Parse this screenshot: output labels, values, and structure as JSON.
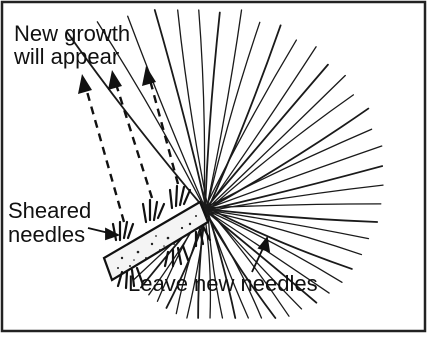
{
  "diagram": {
    "labels": {
      "new_growth_line1": "New growth",
      "new_growth_line2": "will appear",
      "sheared_line1": "Sheared",
      "sheared_line2": "needles",
      "leave_new": "Leave new needles"
    }
  }
}
